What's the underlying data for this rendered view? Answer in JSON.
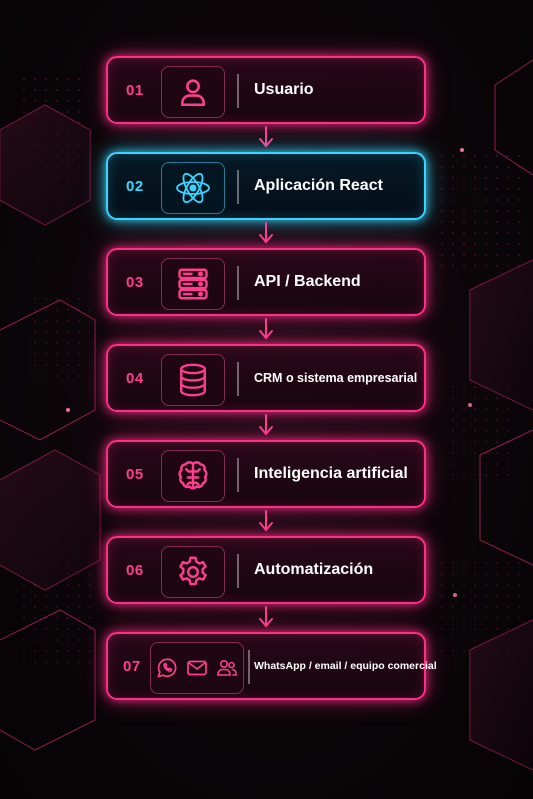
{
  "steps": [
    {
      "number": "01",
      "label": "Usuario",
      "icon": "user-icon"
    },
    {
      "number": "02",
      "label": "Aplicación React",
      "icon": "react-atom-icon"
    },
    {
      "number": "03",
      "label": "API / Backend",
      "icon": "server-icon"
    },
    {
      "number": "04",
      "label": "CRM o sistema empresarial",
      "icon": "database-icon"
    },
    {
      "number": "05",
      "label": "Inteligencia artificial",
      "icon": "brain-icon"
    },
    {
      "number": "06",
      "label": "Automatización",
      "icon": "gear-icon"
    },
    {
      "number": "07",
      "label": "WhatsApp / email / equipo comercial",
      "icons": [
        "whatsapp-icon",
        "email-icon",
        "team-icon"
      ]
    }
  ],
  "colors": {
    "accent_pink": "#ff2d86",
    "accent_cyan": "#38d6ff",
    "background": "#0c0609",
    "text": "#ffffff"
  },
  "active_step": "02"
}
